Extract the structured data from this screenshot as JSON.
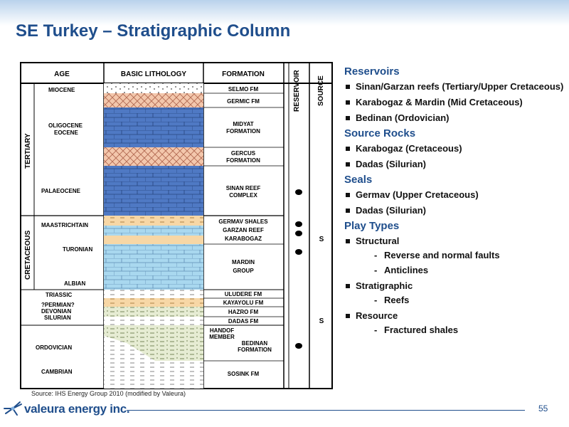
{
  "slide": {
    "title": "SE Turkey – Stratigraphic Column",
    "source": "Source:  IHS Energy Group 2010 (modified by Valeura)",
    "page_number": "55",
    "logo_text": "valeura energy inc."
  },
  "column": {
    "headers": [
      "AGE",
      "BASIC LITHOLOGY",
      "FORMATION",
      "RESERVOIR",
      "SOURCE"
    ],
    "eras": [
      "TERTIARY",
      "CRETACEOUS"
    ],
    "ages": [
      "MIOCENE",
      "OLIGOCENE",
      "EOCENE",
      "PALAEOCENE",
      "MAASTRICHTAIN",
      "TURONIAN",
      "ALBIAN",
      "TRIASSIC",
      "?PERMIAN?",
      "DEVONIAN",
      "SILURIAN",
      "ORDOVICIAN",
      "CAMBRIAN"
    ],
    "formations": [
      "SELMO FM",
      "GERMIC FM",
      "MIDYAT",
      "FORMATION",
      "GERCUS",
      "FORMATION",
      "SINAN REEF",
      "COMPLEX",
      "GERMAV SHALES",
      "GARZAN REEF",
      "KARABOGAZ",
      "MARDIN",
      "GROUP",
      "ULUDERE FM",
      "KAYAYOLU FM",
      "HAZRO FM",
      "DADAS FM",
      "HANDOF",
      "MEMBER",
      "BEDINAN",
      "FORMATION",
      "SOSINK FM"
    ],
    "source_marks": [
      "S",
      "S"
    ],
    "colors": {
      "limestone": "#4f79c4",
      "chalk": "#a9d8ef",
      "reef": "#f3c7ac",
      "shale": "#f7d7a6",
      "sand": "#e6ecd3"
    }
  },
  "bullets": {
    "reservoirs": {
      "heading": "Reservoirs",
      "items": [
        "Sinan/Garzan reefs (Tertiary/Upper Cretaceous)",
        "Karabogaz & Mardin (Mid Cretaceous)",
        "Bedinan (Ordovician)"
      ]
    },
    "source_rocks": {
      "heading": "Source Rocks",
      "items": [
        "Karabogaz (Cretaceous)",
        "Dadas (Silurian)"
      ]
    },
    "seals": {
      "heading": "Seals",
      "items": [
        "Germav (Upper Cretaceous)",
        "Dadas (Silurian)"
      ]
    },
    "play_types": {
      "heading": "Play Types",
      "structural": "Structural",
      "structural_sub": [
        "Reverse and normal faults",
        "Anticlines"
      ],
      "stratigraphic": "Stratigraphic",
      "stratigraphic_sub": [
        "Reefs"
      ],
      "resource": "Resource",
      "resource_sub": [
        "Fractured shales"
      ]
    }
  }
}
